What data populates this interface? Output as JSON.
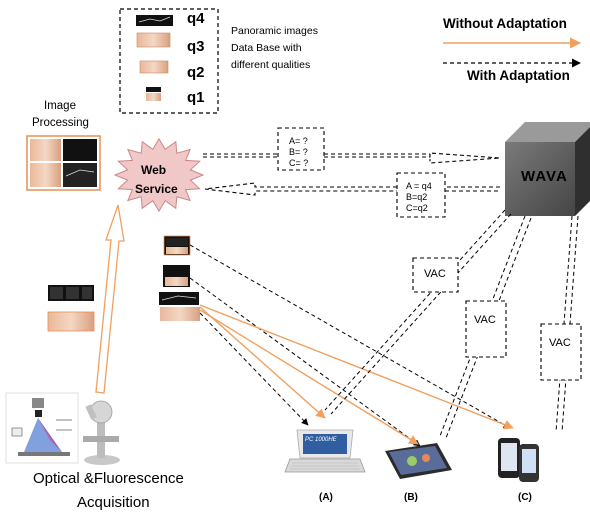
{
  "db": {
    "levels": [
      "q4",
      "q3",
      "q2",
      "q1"
    ],
    "caption": [
      "Panoramic images",
      "Data Base with",
      "different qualities"
    ]
  },
  "legend": {
    "without": "Without Adaptation",
    "with": "With Adaptation",
    "without_color": "#f0a060",
    "with_color": "#000000"
  },
  "image_processing": [
    "Image",
    "Processing"
  ],
  "web_service": [
    "Web",
    "Service"
  ],
  "web_service_color": "#f0c8c8",
  "wava": "WAVA",
  "wava_color": "#555555",
  "req_box": [
    "A= ?",
    "B= ?",
    "C= ?"
  ],
  "resp_box": [
    "A = q4",
    "B=q2",
    "C=q2"
  ],
  "vac": [
    "VAC",
    "VAC",
    "VAC"
  ],
  "acquisition": [
    "Optical &Fluorescence",
    "Acquisition"
  ],
  "devices": {
    "a": "(A)",
    "b": "(B)",
    "c": "(C)",
    "laptop_text": "PC 1000HE"
  }
}
